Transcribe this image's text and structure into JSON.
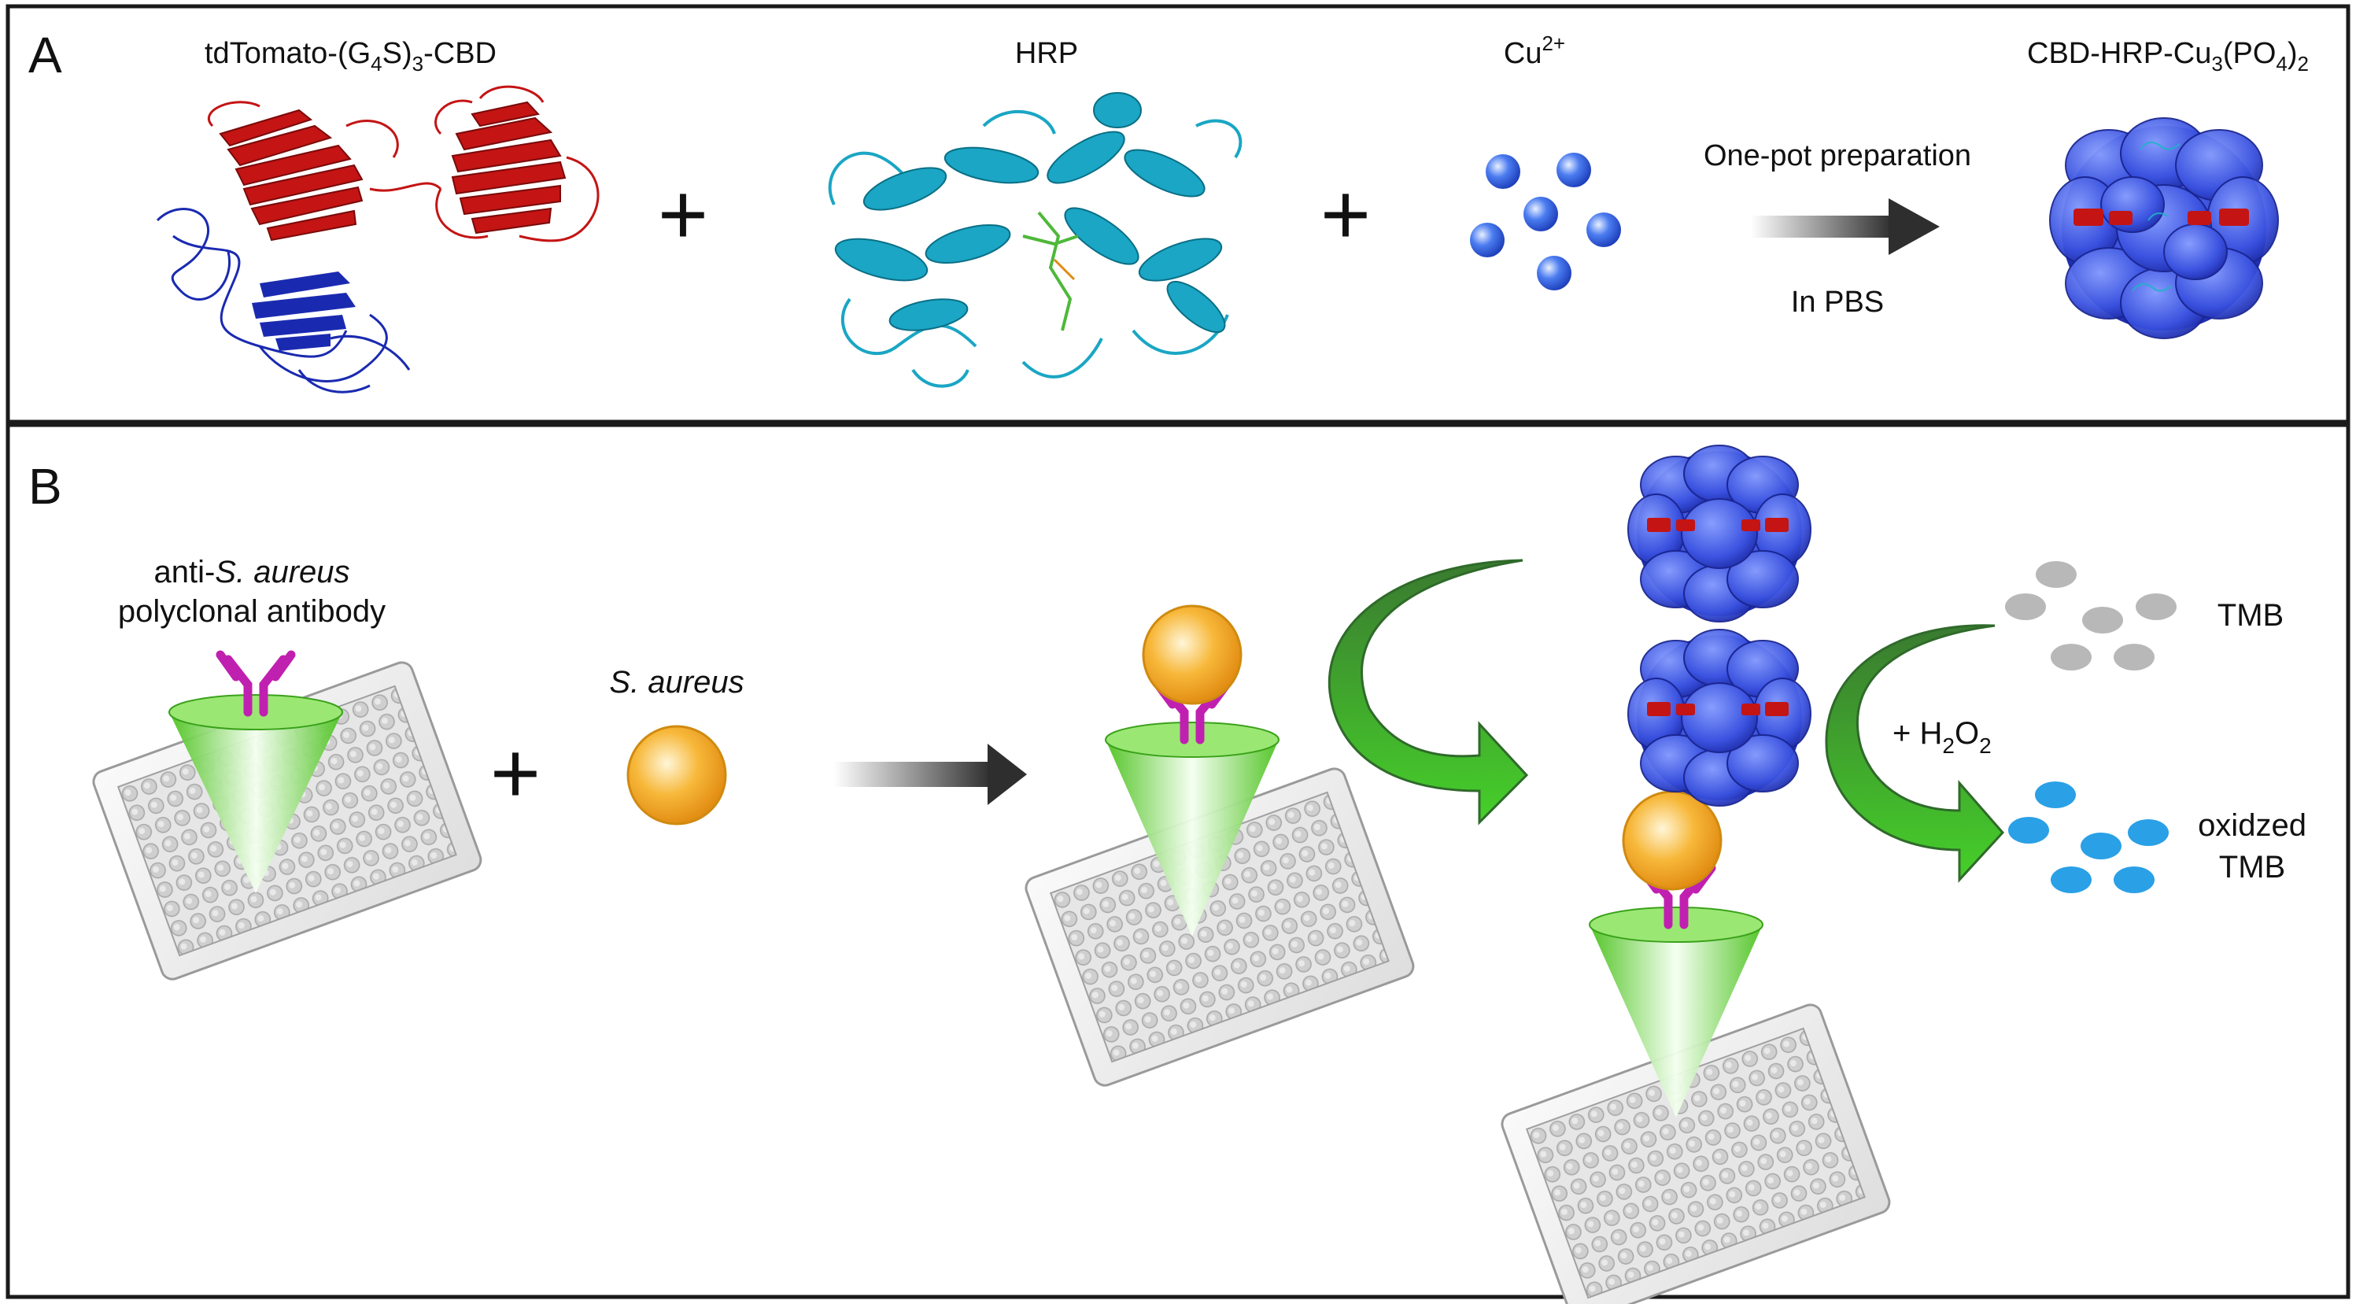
{
  "panel_a": {
    "letter": "A",
    "items": {
      "tdtomato": {
        "base": "tdTomato-(G",
        "sub1": "4",
        "mid": "S)",
        "sub2": "3",
        "end": "-CBD"
      },
      "hrp": {
        "label": "HRP"
      },
      "copper": {
        "base": "Cu",
        "sup": "2+"
      },
      "product": {
        "base": "CBD-HRP-Cu",
        "sub1": "3",
        "mid": "(PO",
        "sub2": "4",
        "end": ")",
        "sub3": "2"
      }
    },
    "plus_sign": "+",
    "arrow": {
      "top_label": "One-pot preparation",
      "bottom_label": "In PBS"
    }
  },
  "panel_b": {
    "letter": "B",
    "antibody_label": {
      "line1_prefix": "anti-",
      "line1_italic": "S. aureus",
      "line2": "polyclonal antibody"
    },
    "bacteria_label": "S. aureus",
    "plus_sign": "+",
    "reaction": {
      "prefix": "+ H",
      "sub1": "2",
      "mid": "O",
      "sub2": "2"
    },
    "substrate_label": "TMB",
    "product_label": {
      "line1": "oxidzed",
      "line2": "TMB"
    }
  },
  "colors": {
    "border": "#1a1a1a",
    "tdtomato_red": "#c41414",
    "cbd_blue": "#1a2ab0",
    "hrp_cyan": "#1aa6c4",
    "copper_blue": "#2a5ce0",
    "nanoflower_blue": "#2f45d6",
    "antibody_magenta": "#c020b0",
    "cone_green": "#5fd030",
    "bacteria_orange": "#f2a81e",
    "tmb_gray": "#b8b8b8",
    "oxidized_tmb_blue": "#2aa0e6",
    "curved_arrow_green": "#3fbf2a"
  }
}
